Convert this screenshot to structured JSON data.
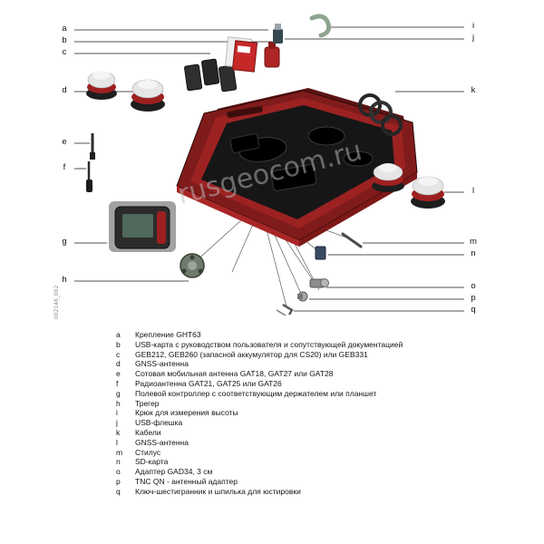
{
  "page": {
    "watermark": "rusgeocom.ru",
    "figure_id": "002146_002"
  },
  "diagram": {
    "callouts": [
      {
        "letter": "a"
      },
      {
        "letter": "b"
      },
      {
        "letter": "c"
      },
      {
        "letter": "d"
      },
      {
        "letter": "e"
      },
      {
        "letter": "f"
      },
      {
        "letter": "g"
      },
      {
        "letter": "h"
      },
      {
        "letter": "i"
      },
      {
        "letter": "j"
      },
      {
        "letter": "k"
      },
      {
        "letter": "l"
      },
      {
        "letter": "m"
      },
      {
        "letter": "n"
      },
      {
        "letter": "o"
      },
      {
        "letter": "p"
      },
      {
        "letter": "q"
      }
    ]
  },
  "legend": {
    "items": [
      {
        "letter": "a",
        "text": "Крепление GHT63"
      },
      {
        "letter": "b",
        "text": "USB-карта с руководством пользователя и сопутствующей документацией"
      },
      {
        "letter": "c",
        "text": "GEB212, GEB260 (запасной аккумулятор для CS20) или GEB331"
      },
      {
        "letter": "d",
        "text": "GNSS-антенна"
      },
      {
        "letter": "e",
        "text": "Сотовая мобильная антенна GAT18, GAT27 или GAT28"
      },
      {
        "letter": "f",
        "text": "Радиоантенна GAT21, GAT25 или GAT26"
      },
      {
        "letter": "g",
        "text": "Полевой контроллер с соответствующим держателем или планшет"
      },
      {
        "letter": "h",
        "text": "Трегер"
      },
      {
        "letter": "i",
        "text": "Крюк для измерения высоты"
      },
      {
        "letter": "j",
        "text": "USB-флешка"
      },
      {
        "letter": "k",
        "text": "Кабели"
      },
      {
        "letter": "l",
        "text": "GNSS-антенна"
      },
      {
        "letter": "m",
        "text": "Стилус"
      },
      {
        "letter": "n",
        "text": "SD-карта"
      },
      {
        "letter": "o",
        "text": "Адаптер GAD34, 3 см"
      },
      {
        "letter": "p",
        "text": "TNC QN - антенный адаптер"
      },
      {
        "letter": "q",
        "text": "Ключ-шестигранник и шпилька для юстировки"
      }
    ]
  }
}
